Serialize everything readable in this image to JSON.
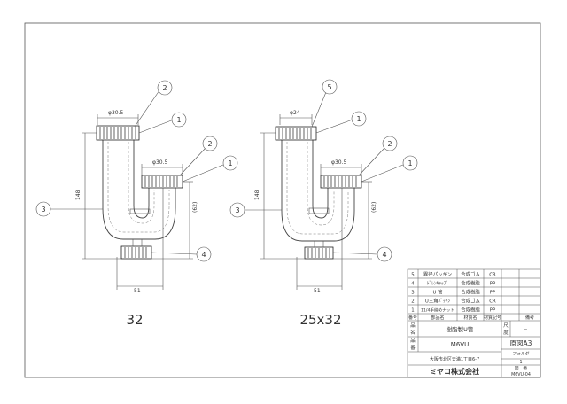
{
  "drawings": [
    {
      "id": "left",
      "caption": "32",
      "dims": {
        "top_dia": "φ30.5",
        "side_dia": "φ30.5",
        "height": "148",
        "outlet_height": "(62)",
        "width": "51"
      },
      "balloons": [
        "2",
        "1",
        "2",
        "1",
        "3",
        "4"
      ]
    },
    {
      "id": "right",
      "caption": "25x32",
      "dims": {
        "top_dia": "φ24",
        "side_dia": "φ30.5",
        "height": "148",
        "outlet_height": "(62)",
        "width": "51"
      },
      "balloons": [
        "5",
        "1",
        "2",
        "1",
        "3",
        "4"
      ]
    }
  ],
  "parts_list": {
    "rows": [
      {
        "no": "5",
        "name": "異径パッキン",
        "material": "合成ゴム",
        "code": "CR",
        "note": ""
      },
      {
        "no": "4",
        "name": "ﾄﾞﾚﾝｷｬｯﾌﾟ",
        "material": "合成樹脂",
        "code": "PP",
        "note": ""
      },
      {
        "no": "3",
        "name": "U 管",
        "material": "合成樹脂",
        "code": "PP",
        "note": ""
      },
      {
        "no": "2",
        "name": "U三角ﾊﾟｯｷﾝ",
        "material": "合成ゴム",
        "code": "CR",
        "note": ""
      },
      {
        "no": "1",
        "name": "11/4手締めナット",
        "material": "合成樹脂",
        "code": "PP",
        "note": ""
      }
    ],
    "headers": {
      "no": "番号",
      "name": "部品名",
      "material": "材質名",
      "code": "材質記号",
      "note": "備考"
    }
  },
  "title_block": {
    "name_label_1": "品",
    "name_label_2": "名",
    "product_name": "樹脂製U管",
    "scale_label_1": "尺",
    "scale_label_2": "度",
    "scale_value": "－",
    "number_label_1": "品",
    "number_label_2": "番",
    "product_number": "M6VU",
    "paper_size": "原図A3",
    "folder_label": "フォルダ",
    "folder_value": "1",
    "drawing_no_label": "図　番",
    "drawing_no": "M6VU-04",
    "address": "大阪市北区天満1丁目6-7",
    "company": "ミヤコ株式会社"
  }
}
